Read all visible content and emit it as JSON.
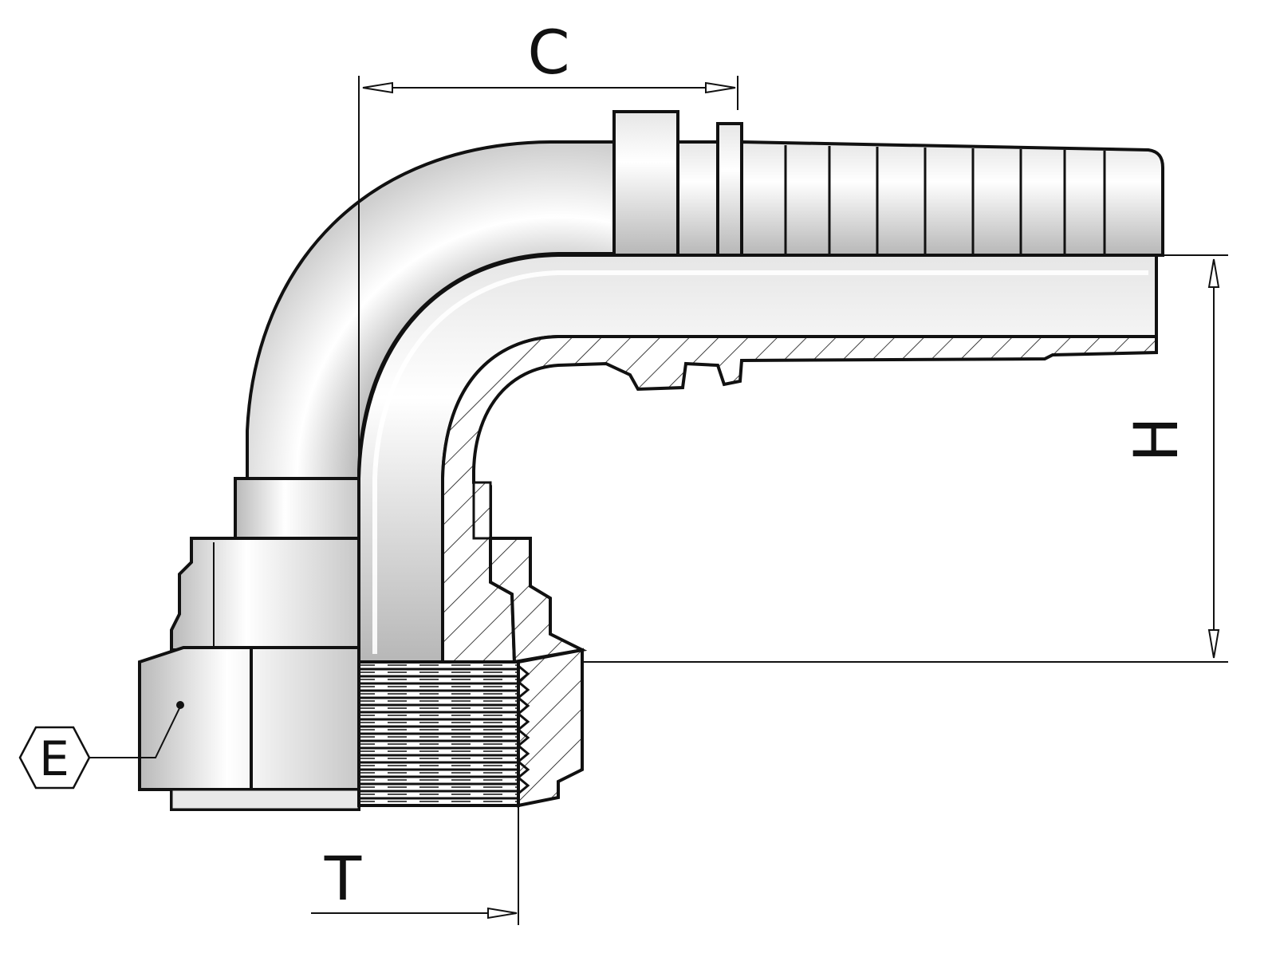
{
  "labels": {
    "c": "C",
    "h": "H",
    "t": "T",
    "e": "E"
  },
  "colors": {
    "outline": "#111111",
    "metal_light": "#f4f4f4",
    "metal_mid": "#d2d2d2",
    "metal_dark": "#a9a9a9",
    "section": "#ffffff"
  }
}
